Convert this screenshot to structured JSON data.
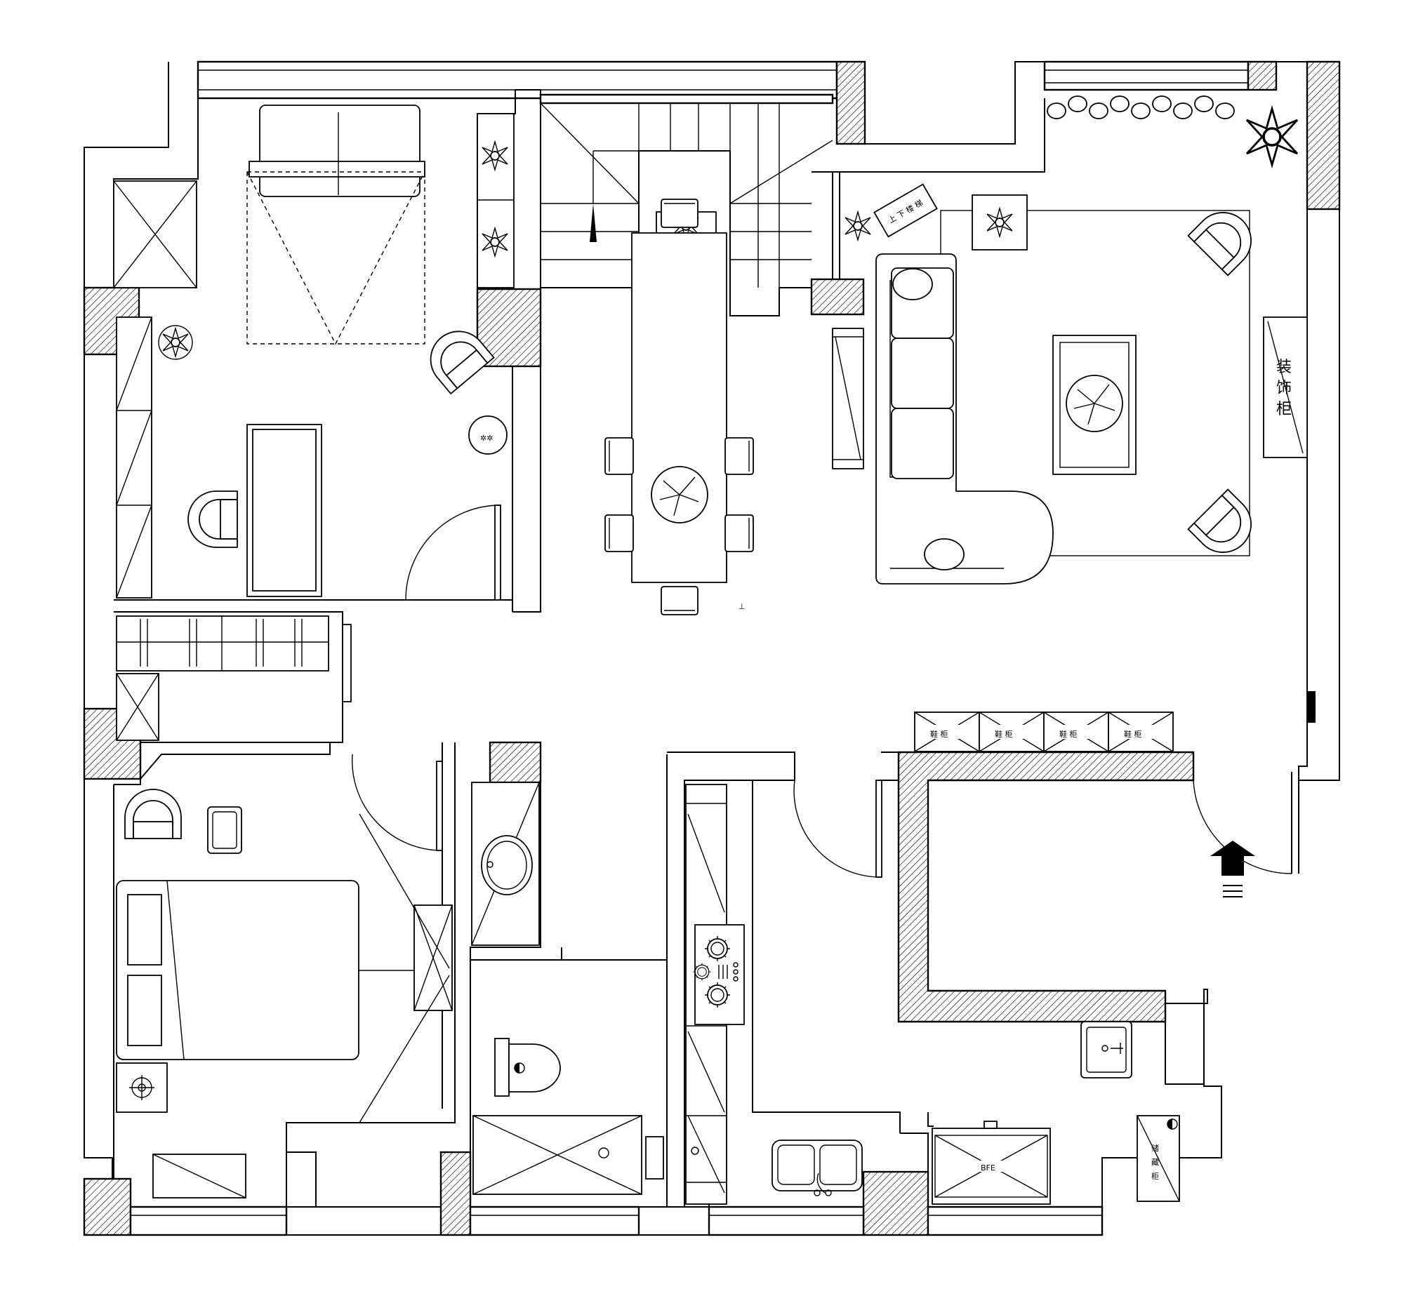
{
  "labels": {
    "decorative_cabinet": [
      "装",
      "饰",
      "柜"
    ],
    "shoe_cabinet": "鞋 柜",
    "storage_cabinet": [
      "储",
      "藏",
      "柜"
    ],
    "fridge": "BFE",
    "stair_sign": "上 下 楼 梯"
  },
  "colors": {
    "line": "#000000",
    "background": "#ffffff",
    "wall_hatch": "#000000"
  }
}
